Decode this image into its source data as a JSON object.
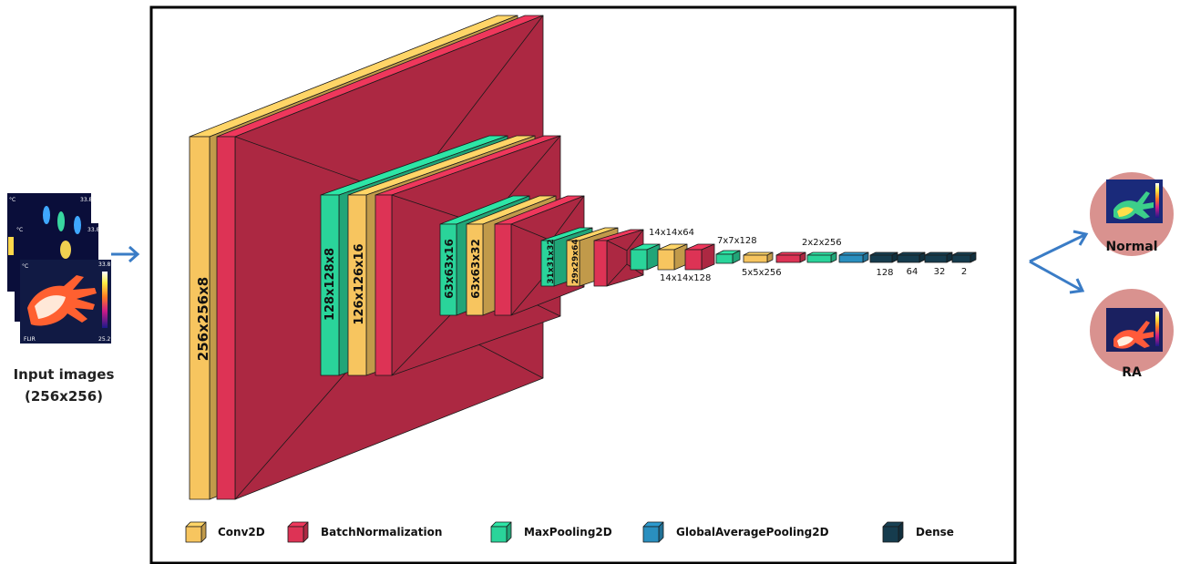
{
  "input": {
    "caption_line1": "Input images",
    "caption_line2": "(256x256)",
    "scale_max": "33.8",
    "scale_min": "25.2",
    "unit": "°C",
    "camera_brand": "FLIR"
  },
  "layer_types": {
    "conv2d": {
      "label": "Conv2D",
      "color": "#f7c55f"
    },
    "batchnorm": {
      "label": "BatchNormalization",
      "color": "#dd3355"
    },
    "maxpool": {
      "label": "MaxPooling2D",
      "color": "#2ad49a"
    },
    "gap": {
      "label": "GlobalAveragePooling2D",
      "color": "#2a8fbf"
    },
    "dense": {
      "label": "Dense",
      "color": "#163c4e"
    }
  },
  "shape_labels": {
    "l0": "256x256x8",
    "l1": "128x128x8",
    "l2": "126x126x16",
    "l3": "63x63x16",
    "l4": "63x63x32",
    "l5": "31x31x32",
    "l6": "29x29x64",
    "l7": "14x14x64",
    "l8": "14x14x128",
    "l9": "7x7x128",
    "l10": "5x5x256",
    "l11": "2x2x256"
  },
  "dense_units": [
    "128",
    "64",
    "32",
    "2"
  ],
  "outputs": {
    "normal": "Normal",
    "ra": "RA"
  }
}
